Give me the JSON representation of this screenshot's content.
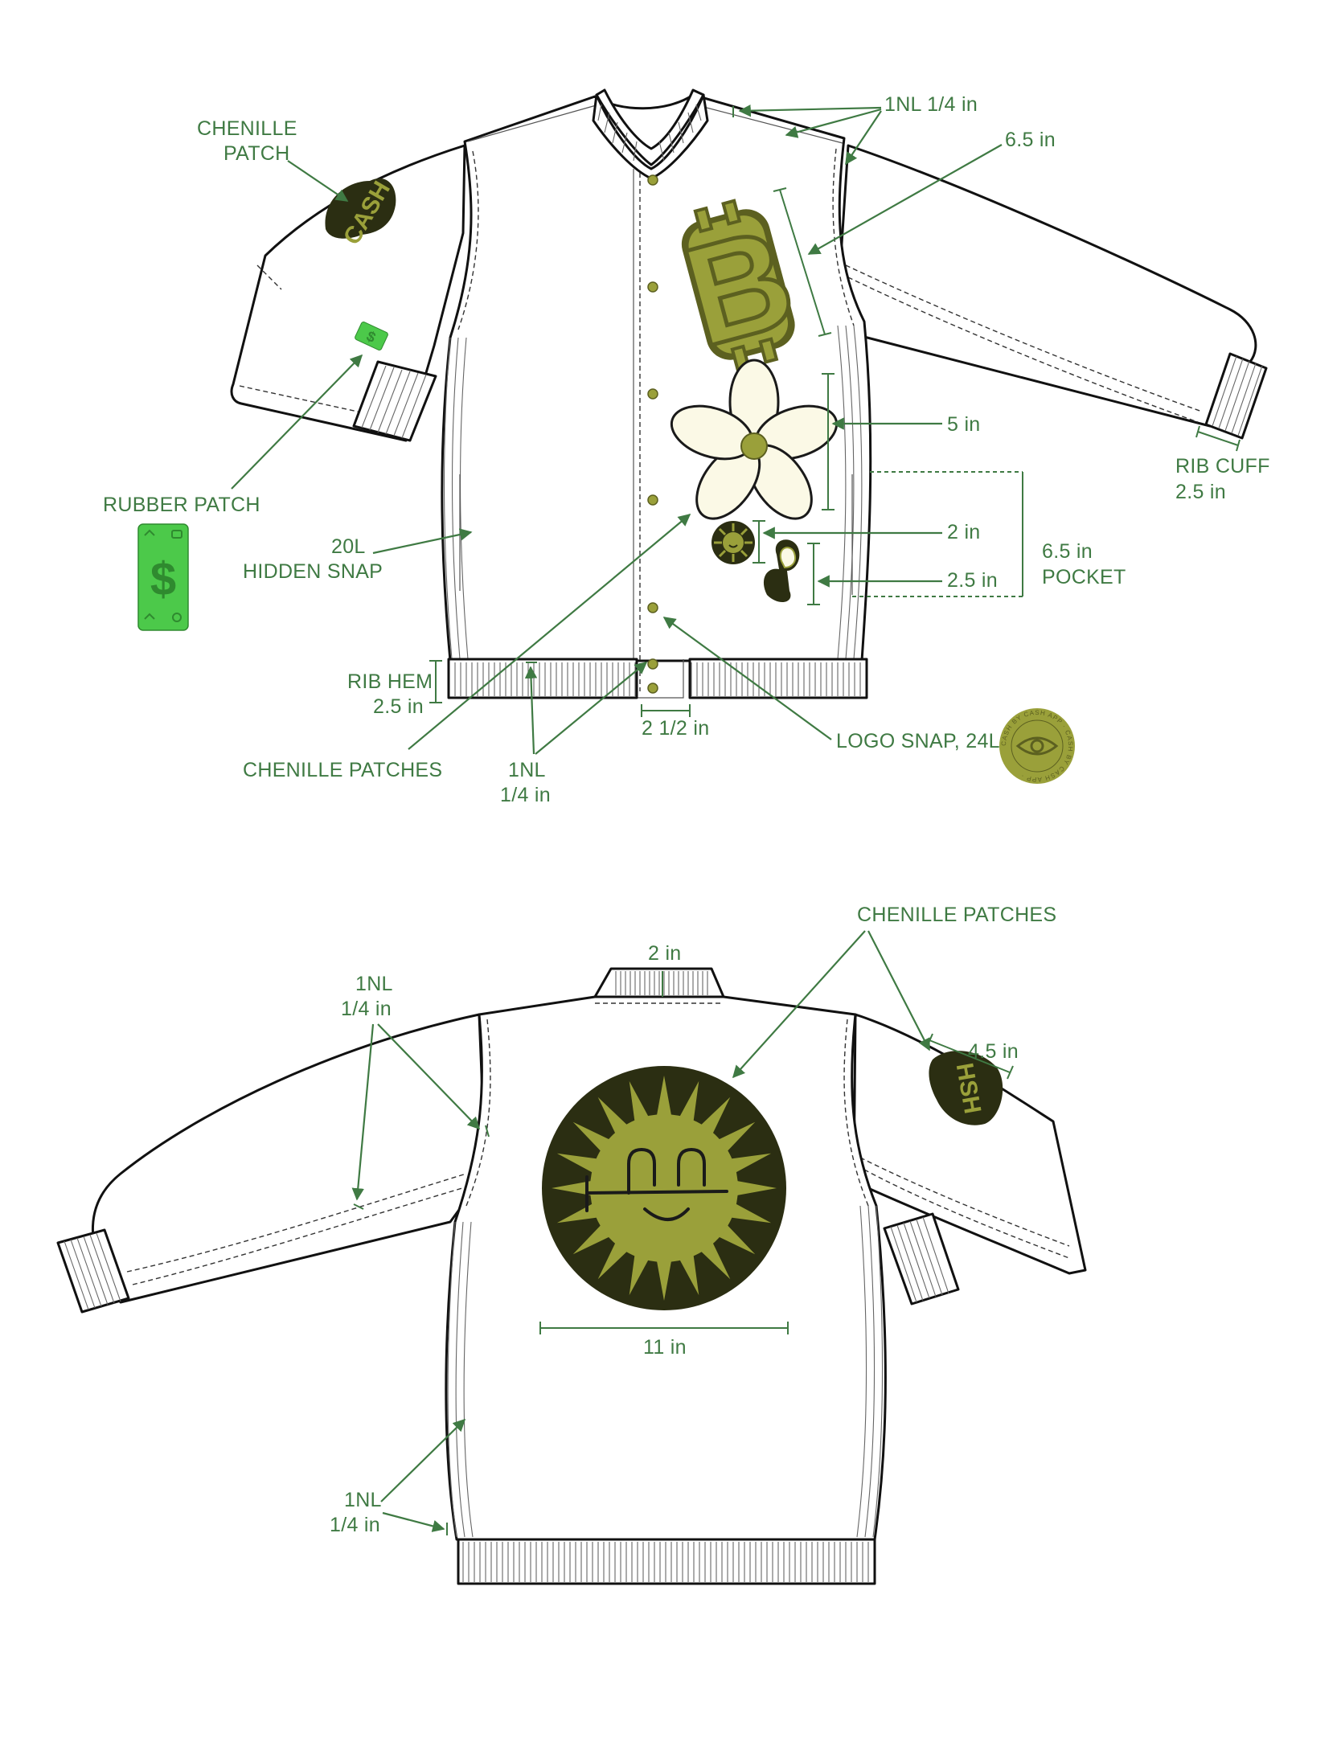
{
  "colors": {
    "annotation": "#3f7a43",
    "olive_patch": "#9aa03a",
    "dark_patch": "#2b2e12",
    "cream_patch": "#fbf9e6",
    "rubber_green": "#4cc94a"
  },
  "front": {
    "chenille_patch": "CHENILLE\nPATCH",
    "chenille_patch_line1": "CHENILLE",
    "chenille_patch_line2": "PATCH",
    "topstitch_collar": "1NL 1/4 in",
    "bitcoin_size": "6.5 in",
    "flower_size": "5 in",
    "small_sun_size": "2 in",
    "tulip_size": "2.5 in",
    "pocket_line1": "6.5 in",
    "pocket_line2": "POCKET",
    "rib_cuff_line1": "RIB CUFF",
    "rib_cuff_line2": "2.5 in",
    "rubber_patch": "RUBBER PATCH",
    "hidden_snap_line1": "20L",
    "hidden_snap_line2": "HIDDEN SNAP",
    "rib_hem_line1": "RIB HEM",
    "rib_hem_line2": "2.5 in",
    "placket_width": "2 1/2 in",
    "chenille_patches": "CHENILLE PATCHES",
    "hem_topstitch_line1": "1NL",
    "hem_topstitch_line2": "1/4 in",
    "logo_snap": "LOGO SNAP, 24L",
    "snap_ring_text": "CASH BY CASH APP · CASH BY CASH APP ·",
    "sleeve_patch_text": "CASH",
    "bitcoin_glyph": "B"
  },
  "back": {
    "chenille_patches": "CHENILLE PATCHES",
    "collar_height": "2 in",
    "armhole_topstitch_line1": "1NL",
    "armhole_topstitch_line2": "1/4 in",
    "sleeve_patch_width": "4.5 in",
    "sun_patch_width": "11 in",
    "side_topstitch_line1": "1NL",
    "side_topstitch_line2": "1/4 in",
    "sleeve_patch_text": "HSH"
  },
  "icons": {
    "bitcoin": "bitcoin-patch-icon",
    "flower": "flower-patch-icon",
    "sun": "sun-face-patch-icon",
    "tulip": "tulip-patch-icon",
    "dollar": "dollar-rubber-patch-icon",
    "eye": "eye-logo-snap-icon"
  }
}
